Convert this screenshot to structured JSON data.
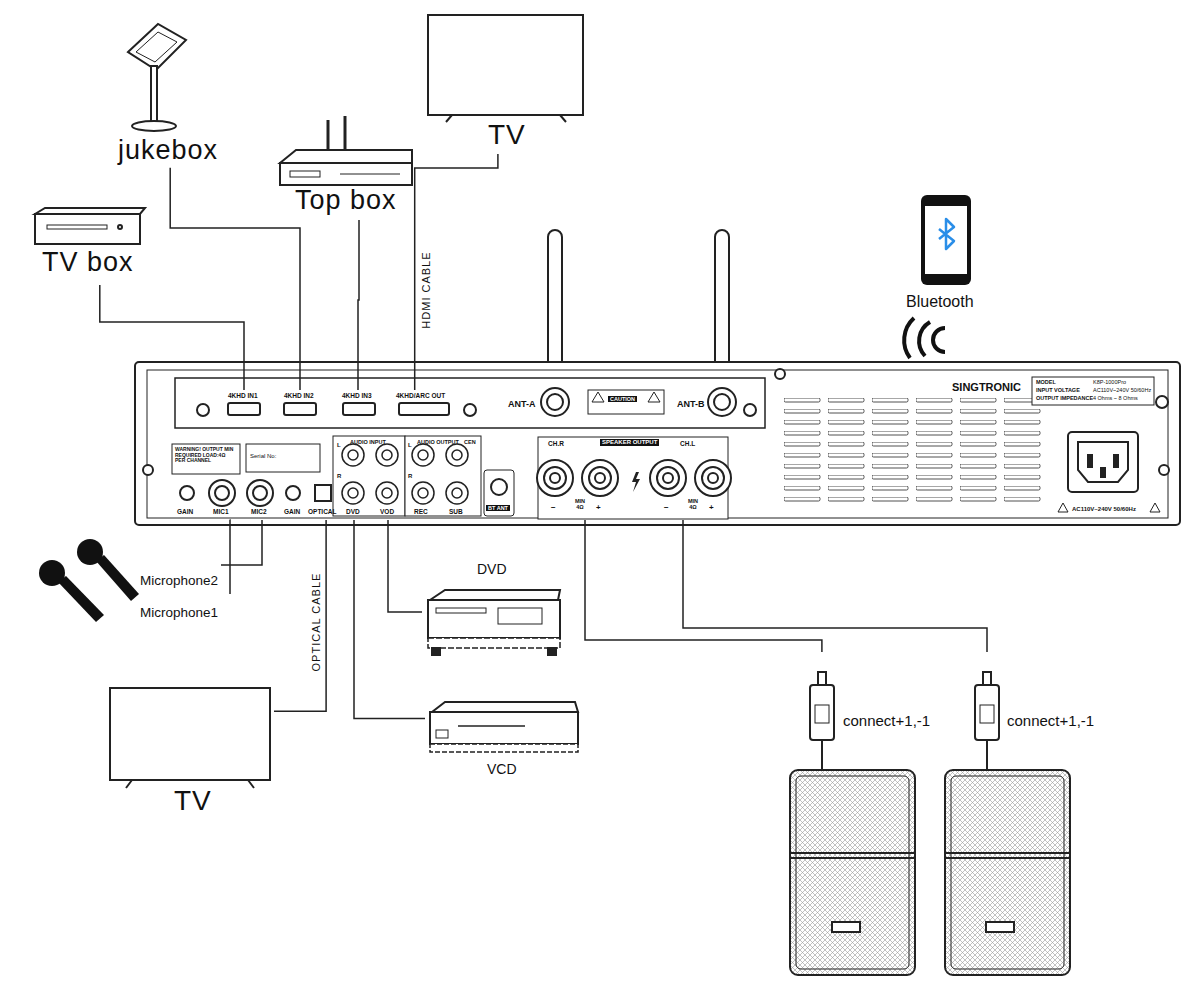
{
  "diagram": {
    "nodes": [
      {
        "text": [
          "jukebox"
        ]
      },
      {
        "text": [
          "TV"
        ]
      },
      {
        "text": [
          "Top box"
        ]
      },
      {
        "text": [
          "Bluetooth"
        ]
      },
      {
        "text": [
          "TV box"
        ]
      },
      {
        "text": [
          "SINGTRONIC"
        ]
      },
      {
        "text": [
          "4KHD IN1"
        ],
        "in": 5
      },
      {
        "text": [
          "4KHD IN2"
        ],
        "in": 5
      },
      {
        "text": [
          "4KHD IN3"
        ],
        "in": 5
      },
      {
        "text": [
          "4KHD/ARC OUT"
        ],
        "in": 5
      },
      {
        "text": [
          "MIC1"
        ],
        "in": 5
      },
      {
        "text": [
          "MIC2"
        ],
        "in": 5
      },
      {
        "text": [
          "OPTICAL"
        ],
        "in": 5
      },
      {
        "text": [
          "DVD"
        ],
        "in": 5
      },
      {
        "text": [
          "VOD"
        ],
        "in": 5
      },
      {
        "text": [
          "CH.R"
        ],
        "in": 5
      },
      {
        "text": [
          "CH.L"
        ],
        "in": 5
      },
      {
        "text": [
          "Microphone2"
        ]
      },
      {
        "text": [
          "Microphone1"
        ]
      },
      {
        "text": [
          "DVD"
        ]
      },
      {
        "text": [
          "TV"
        ]
      },
      {
        "text": [
          "VCD"
        ]
      },
      {
        "text": [
          "connect+1,-1"
        ]
      },
      {
        "text": [
          "connect+1,-1"
        ]
      }
    ],
    "edges": [
      {
        "from": 4,
        "to": 6,
        "arrow": "none"
      },
      {
        "from": 0,
        "to": 7,
        "arrow": "none"
      },
      {
        "from": 2,
        "to": 8,
        "arrow": "none"
      },
      {
        "from": 9,
        "to": 1,
        "label": "HDMI CABLE",
        "arrow": "none"
      },
      {
        "from": 10,
        "to": 18,
        "arrow": "none"
      },
      {
        "from": 11,
        "to": 17,
        "arrow": "none"
      },
      {
        "from": 12,
        "to": 20,
        "label": "OPTICAL CABLE",
        "arrow": "none"
      },
      {
        "from": 14,
        "to": 19,
        "arrow": "none"
      },
      {
        "from": 13,
        "to": 21,
        "arrow": "none"
      },
      {
        "from": 15,
        "to": 22,
        "arrow": "none"
      },
      {
        "from": 16,
        "to": 23,
        "arrow": "none"
      }
    ],
    "labels": [
      "ANT-A",
      "CAUTION",
      "ANT-B",
      "MODEL",
      "K8P-1000Pro",
      "INPUT VOLTAGE",
      "AC110V~240V 50/60Hz",
      "OUTPUT IMPEDANCE",
      "4 Ohms ~ 8 Ohms",
      "WARNING! OUTPUT MIN REQUIRED LOAD:4Ω PER CHANNEL",
      "Serial No:",
      "AUDIO INPUT",
      "L",
      "R",
      "AUDIO OUTPUT",
      "L",
      "R",
      "CEN",
      "GAIN",
      "GAIN",
      "REC",
      "SUB",
      "BT ANT",
      "SPEAKER OUTPUT",
      "MIN 4Ω",
      "MIN 4Ω",
      "−",
      "+",
      "−",
      "+",
      "AC110V~240V 50/60Hz"
    ]
  }
}
